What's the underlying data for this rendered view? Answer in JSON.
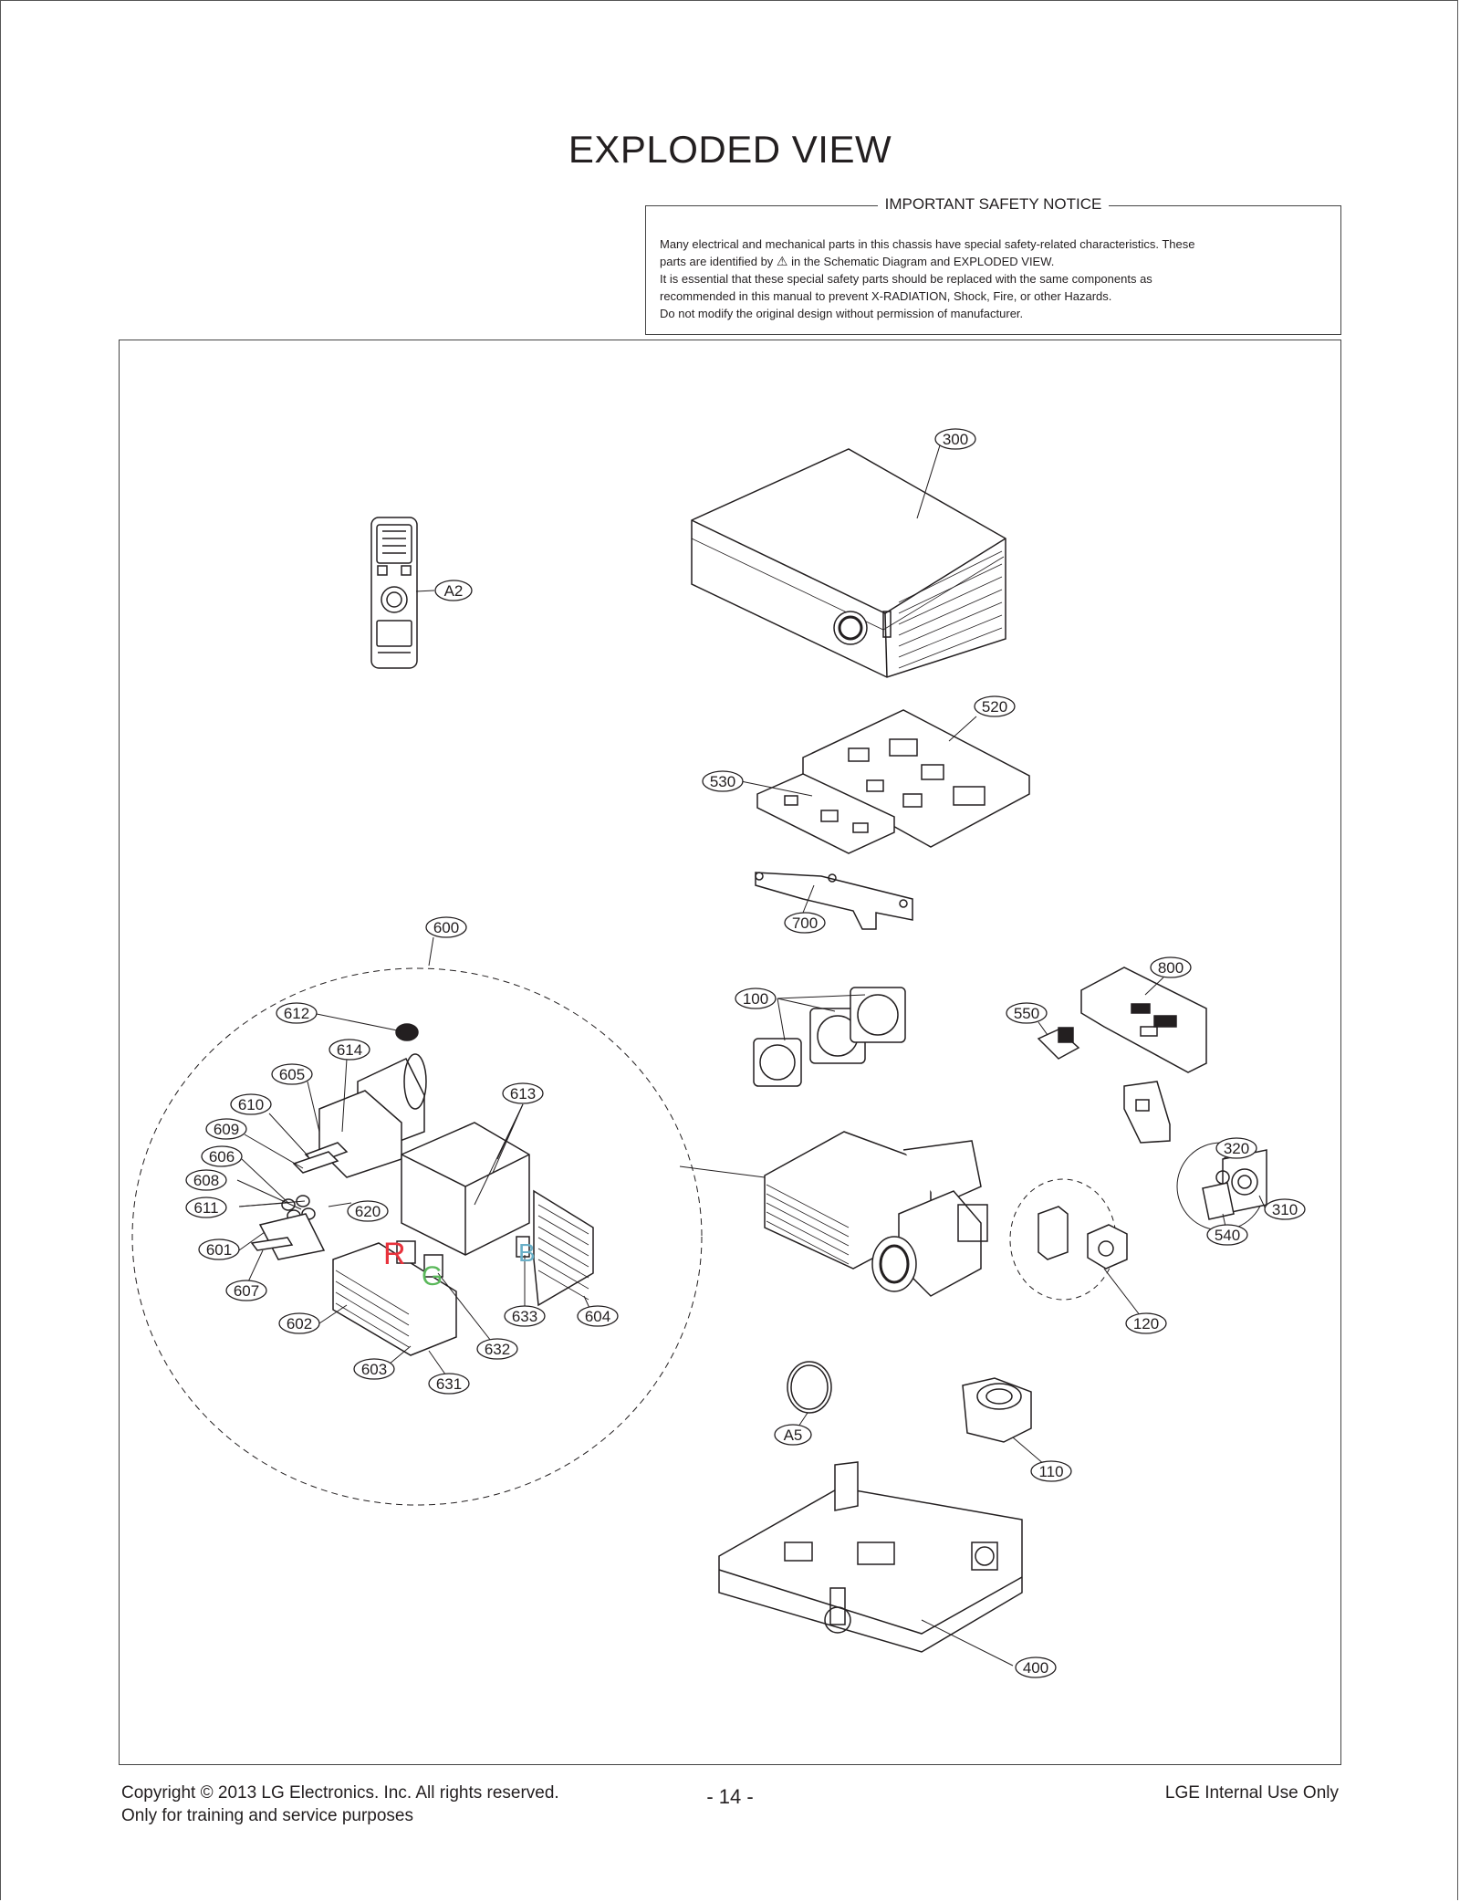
{
  "title": "EXPLODED VIEW",
  "safety_notice": {
    "heading": "IMPORTANT SAFETY NOTICE",
    "line1": "Many electrical and mechanical parts in this chassis have special safety-related characteristics. These",
    "line2a": "parts are identified by",
    "line2b": "in the Schematic Diagram and EXPLODED VIEW.",
    "line3": "It is essential that these special safety parts should be replaced with the same components as",
    "line4": "recommended in this manual to prevent X-RADIATION, Shock, Fire, or other Hazards.",
    "line5": "Do not modify the original design without permission of manufacturer."
  },
  "parts": {
    "p300": "300",
    "pA2": "A2",
    "p520": "520",
    "p530": "530",
    "p700": "700",
    "p600": "600",
    "p800": "800",
    "p100": "100",
    "p550": "550",
    "p612": "612",
    "p614": "614",
    "p605": "605",
    "p613": "613",
    "p610": "610",
    "p609": "609",
    "p606": "606",
    "p608": "608",
    "p611": "611",
    "p620": "620",
    "p601": "601",
    "p607": "607",
    "p602": "602",
    "p603": "603",
    "p631": "631",
    "p632": "632",
    "p633": "633",
    "p604": "604",
    "p320": "320",
    "p310": "310",
    "p540": "540",
    "p120": "120",
    "pA5": "A5",
    "p110": "110",
    "p400": "400"
  },
  "color_filter_labels": {
    "red": "R",
    "green": "G",
    "blue": "B"
  },
  "colors": {
    "red": "#e8323c",
    "green": "#5bb85b",
    "blue": "#6ab0c8"
  },
  "footer": {
    "copyright": "Copyright  © 2013  LG Electronics. Inc. All rights reserved.",
    "purpose": "Only for training and service purposes",
    "page": "- 14 -",
    "internal": "LGE Internal Use Only"
  }
}
